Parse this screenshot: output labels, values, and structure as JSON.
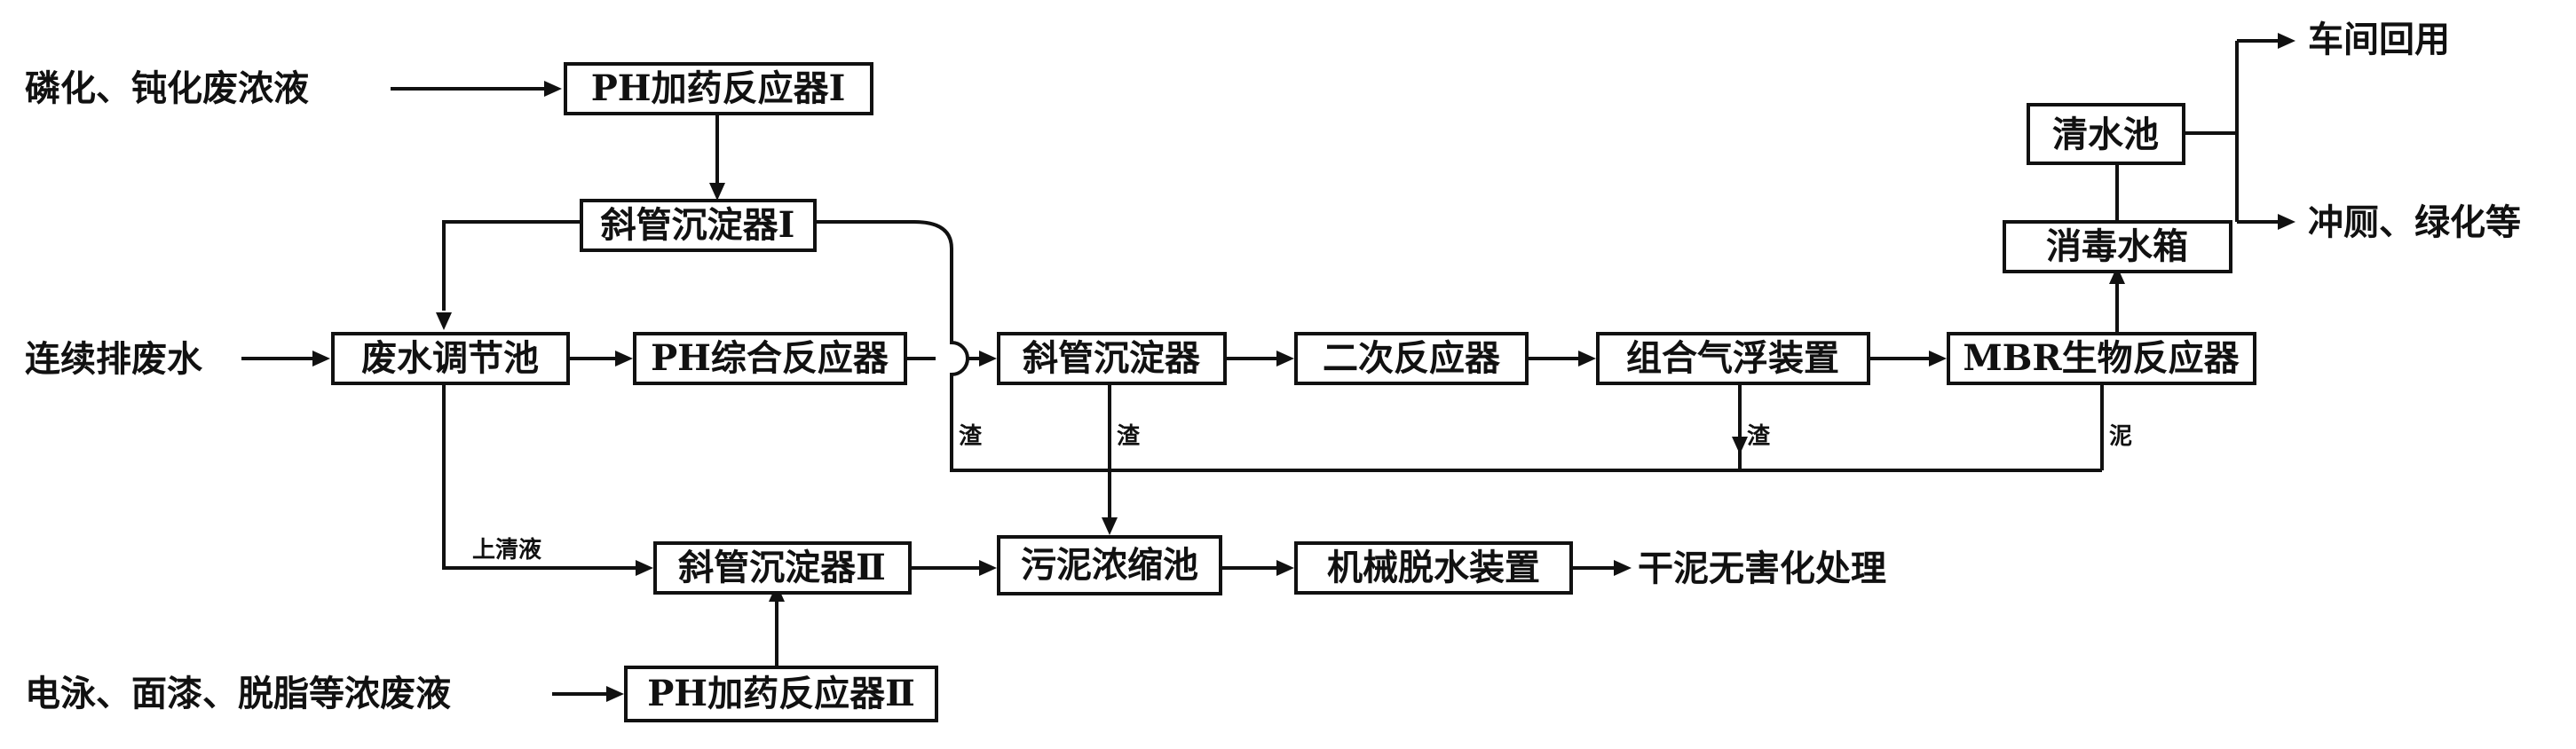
{
  "sources": {
    "phosphating": "磷化、钝化废浓液",
    "continuous": "连续排废水",
    "electrophoresis": "电泳、面漆、脱脂等浓废液"
  },
  "nodes": {
    "ph_reactor_1": "PH加药反应器Ⅰ",
    "incline_settler_1": "斜管沉淀器Ⅰ",
    "equalization_tank": "废水调节池",
    "ph_combined_reactor": "PH综合反应器",
    "incline_settler": "斜管沉淀器",
    "secondary_reactor": "二次反应器",
    "air_flotation": "组合气浮装置",
    "mbr_reactor": "MBR生物反应器",
    "disinfection_tank": "消毒水箱",
    "clear_water_tank": "清水池",
    "incline_settler_2": "斜管沉淀器Ⅱ",
    "sludge_thickener": "污泥浓缩池",
    "dewatering": "机械脱水装置",
    "ph_reactor_2": "PH加药反应器Ⅱ"
  },
  "outputs": {
    "workshop_reuse": "车间回用",
    "flush_greening": "冲厕、绿化等",
    "dry_sludge": "干泥无害化处理"
  },
  "edge_labels": {
    "residue_1": "渣",
    "residue_2": "渣",
    "residue_3": "渣",
    "sludge": "泥",
    "supernatant": "上清液"
  }
}
